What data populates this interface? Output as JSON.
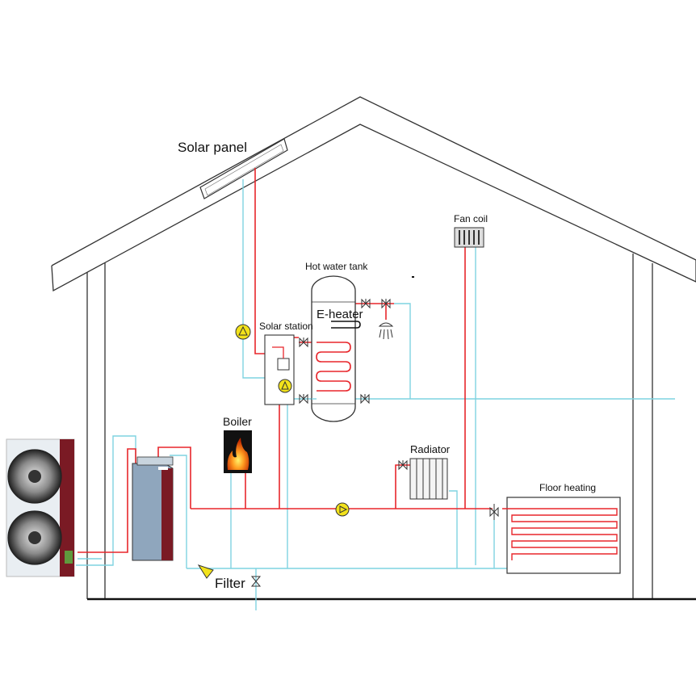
{
  "labels": {
    "solar_panel": "Solar panel",
    "fan_coil": "Fan coil",
    "hot_water_tank": "Hot water tank",
    "e_heater": "E-heater",
    "solar_station": "Solar station",
    "boiler": "Boiler",
    "radiator": "Radiator",
    "floor_heating": "Floor heating",
    "filter": "Filter"
  },
  "colors": {
    "hot_pipe": "#e8262b",
    "cold_pipe": "#7fd3e0",
    "house_line": "#333333",
    "pump": "#f2e21b",
    "heat_pump_frame": "#7a1a24",
    "indoor_unit": "#8fa6bd"
  }
}
